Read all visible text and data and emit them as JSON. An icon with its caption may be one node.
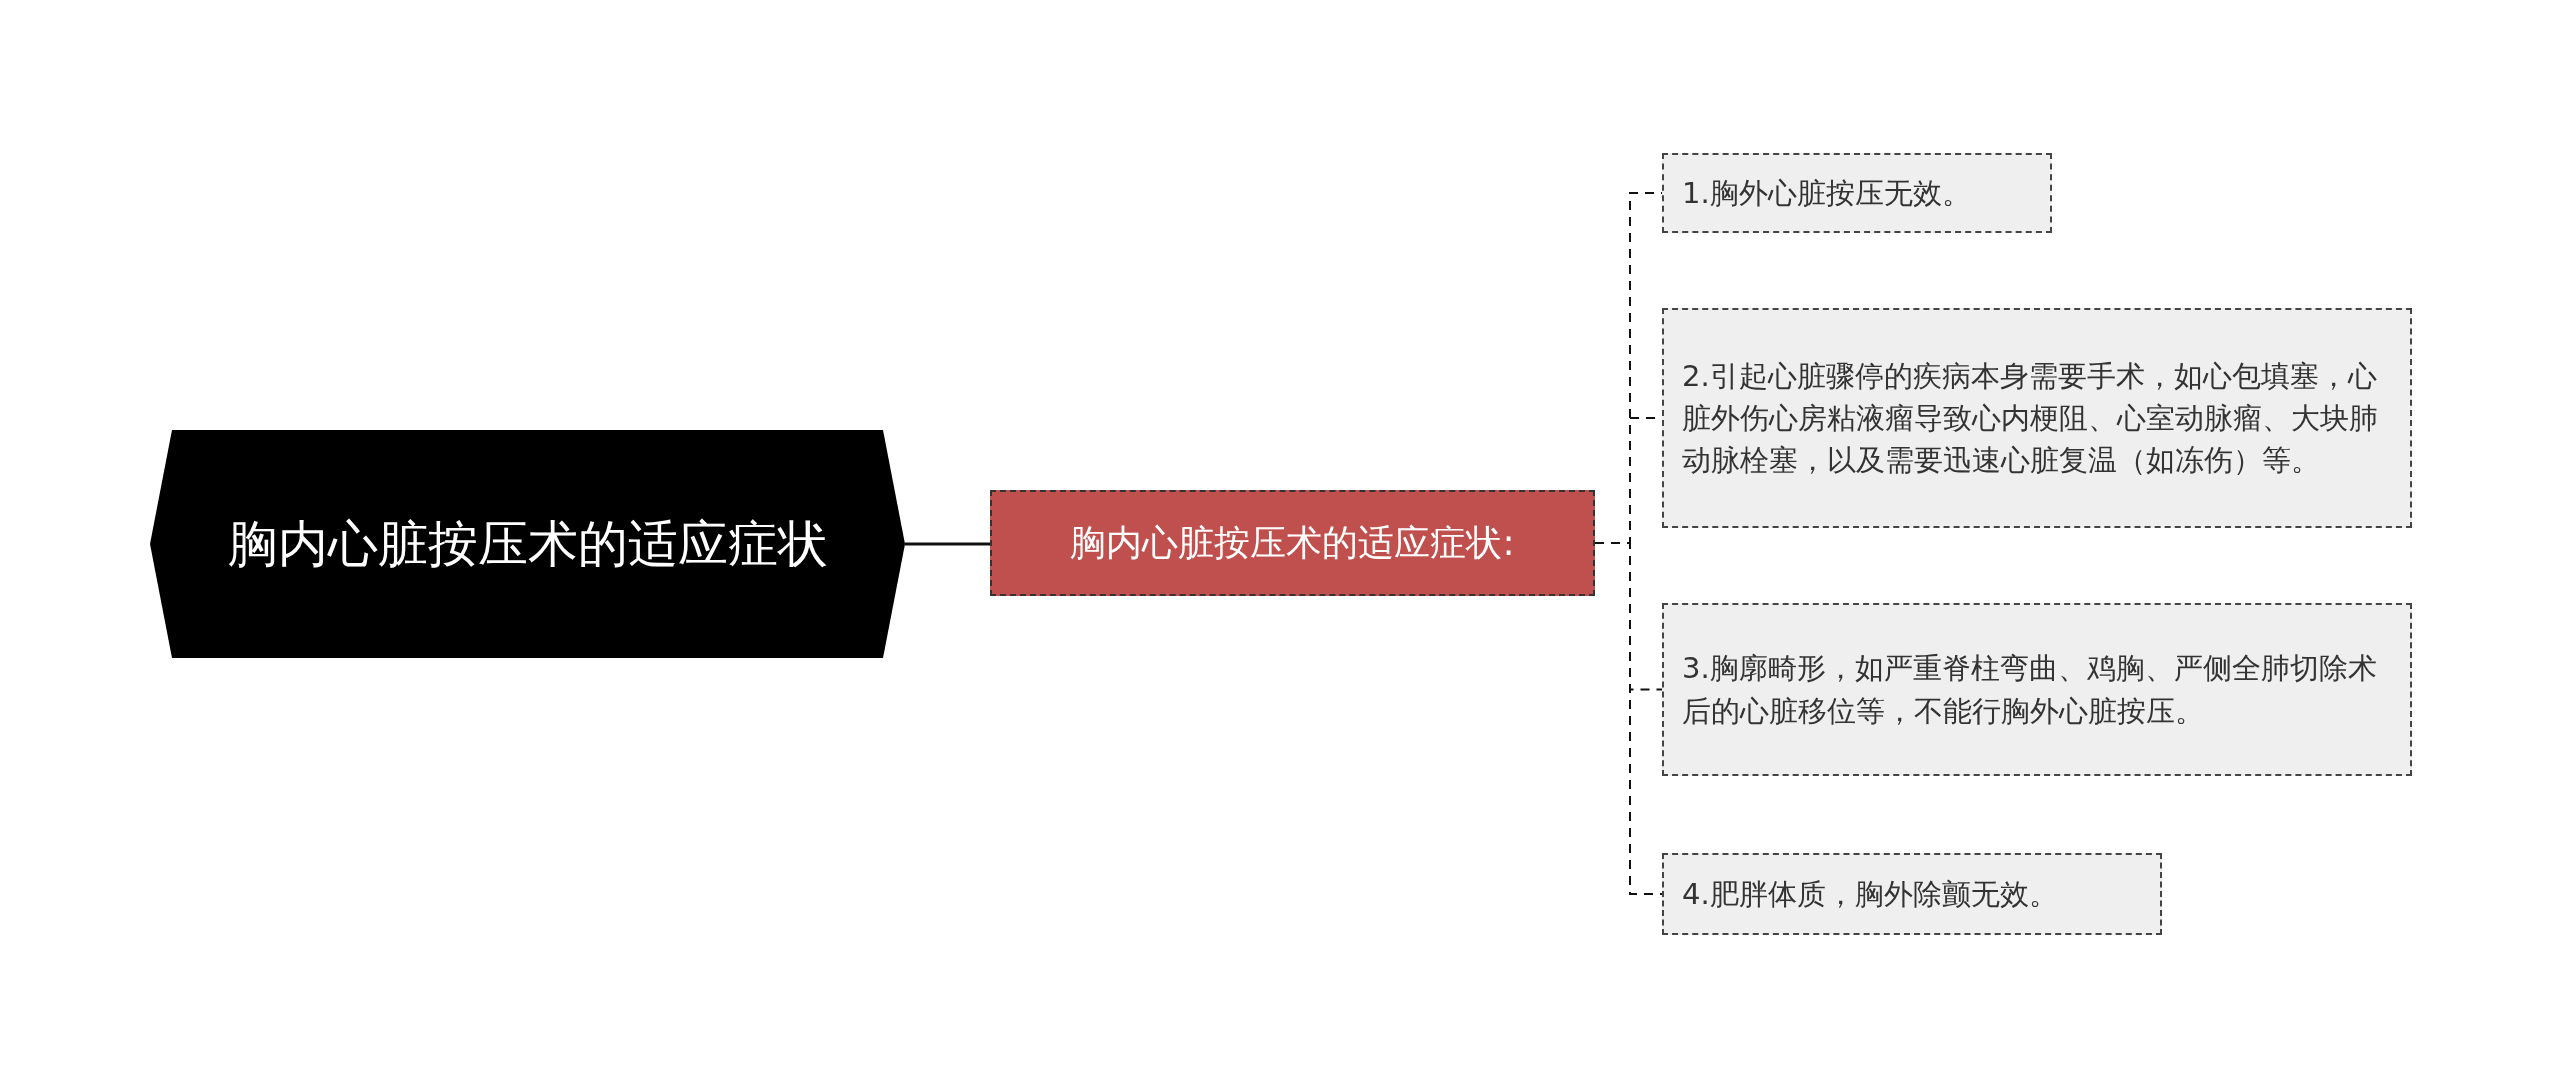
{
  "diagram": {
    "nodes": [
      {
        "text": [
          "胸内心脏按压术的适应症状"
        ]
      },
      {
        "text": [
          "胸内心脏按压术的适应症状:"
        ]
      },
      {
        "text": [
          "1.胸外心脏按压无效。"
        ]
      },
      {
        "text": [
          "2.引起心脏骤停的疾病本身需要手术，如心包填塞，心脏外伤心房粘液瘤导致心内梗阻、心室动脉瘤、大块肺动脉栓塞，以及需要迅速心脏复温（如冻伤）等。"
        ]
      },
      {
        "text": [
          "3.胸廓畸形，如严重脊柱弯曲、鸡胸、严侧全肺切除术后的心脏移位等，不能行胸外心脏按压。"
        ]
      },
      {
        "text": [
          "4.肥胖体质，胸外除颤无效。"
        ]
      }
    ],
    "edges": [
      {
        "from": 0,
        "to": 1,
        "arrow": "none"
      },
      {
        "from": 1,
        "to": 2,
        "arrow": "none",
        "style": "dashed"
      },
      {
        "from": 1,
        "to": 3,
        "arrow": "none",
        "style": "dashed"
      },
      {
        "from": 1,
        "to": 4,
        "arrow": "none",
        "style": "dashed"
      },
      {
        "from": 1,
        "to": 5,
        "arrow": "none",
        "style": "dashed"
      }
    ]
  }
}
